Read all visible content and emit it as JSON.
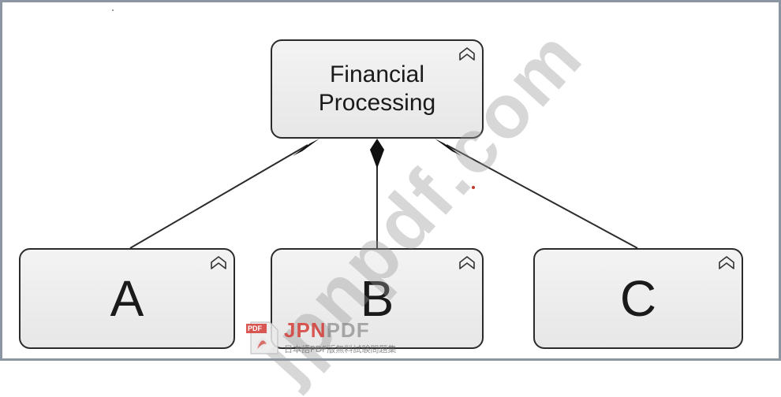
{
  "diagram": {
    "root": {
      "label": "Financial\nProcessing"
    },
    "children": [
      {
        "id": "a",
        "label": "A"
      },
      {
        "id": "b",
        "label": "B"
      },
      {
        "id": "c",
        "label": "C"
      }
    ],
    "relationship": "composition",
    "icon": "chevron-stereotype-icon"
  },
  "watermark": {
    "diagonal_text": "jpnpdf.com",
    "brand_prefix": "JPN",
    "brand_suffix": "PDF",
    "badge_text": "PDF",
    "tagline": "日本語PDF版無料試験問題集"
  },
  "colors": {
    "frame": "#8c96a3",
    "node_fill": "#ececec",
    "node_border": "#2b2b2b",
    "brand_red": "#d33c36"
  }
}
